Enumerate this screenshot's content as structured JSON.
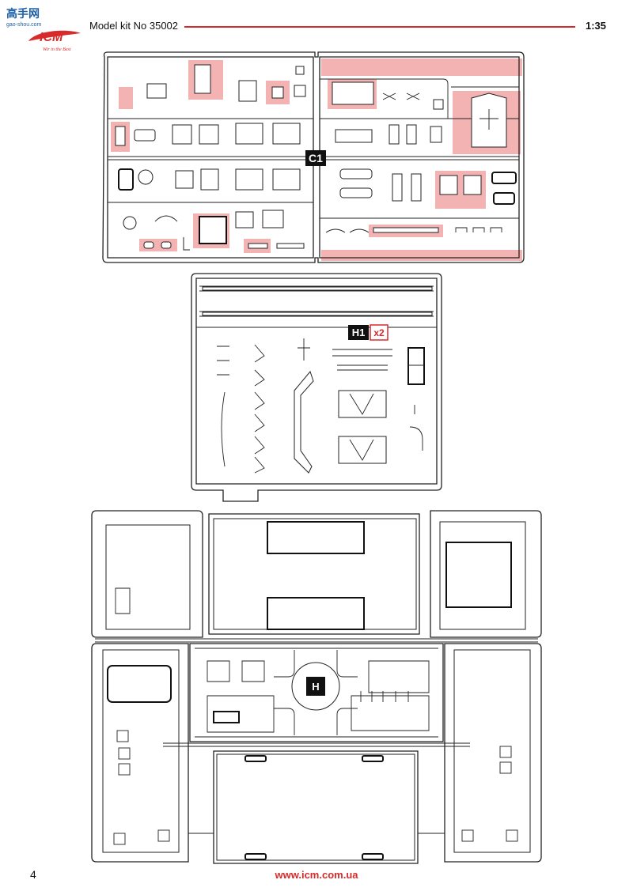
{
  "header": {
    "kit_title": "Model kit No 35002",
    "scale": "1:35",
    "logo_text": "ICM",
    "logo_tagline": "Wir in the Best",
    "watermark_top": "高手网",
    "watermark_url": "gao-shou.com"
  },
  "sprues": {
    "c1": {
      "label": "C1"
    },
    "h1": {
      "label": "H1",
      "multiplier": "x2"
    },
    "h": {
      "label": "H"
    }
  },
  "footer": {
    "page_number": "4",
    "website": "www.icm.com.ua"
  },
  "colors": {
    "accent": "#d72a2a",
    "highlight": "#f3b3b3",
    "ink": "#222222"
  }
}
